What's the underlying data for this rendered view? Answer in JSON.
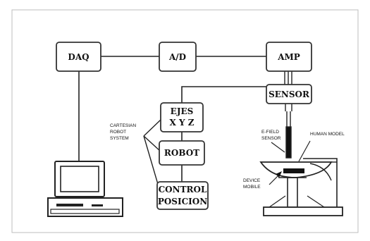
{
  "blocks": {
    "daq": "DAQ",
    "ad": "A/D",
    "amp": "AMP",
    "sensor": "SENSOR",
    "ejes_line1": "EJES",
    "ejes_line2": "X Y Z",
    "robot": "ROBOT",
    "control_line1": "CONTROL",
    "control_line2": "POSICION"
  },
  "annotations": {
    "cartesian_line1": "CARTESIAN",
    "cartesian_line2": "ROBOT",
    "cartesian_line3": "SYSTEM",
    "efield_line1": "E-FIELD",
    "efield_line2": "SENSOR",
    "human_model": "HUMAN MODEL",
    "device_line1": "DEVICE",
    "device_line2": "MOBILE"
  }
}
